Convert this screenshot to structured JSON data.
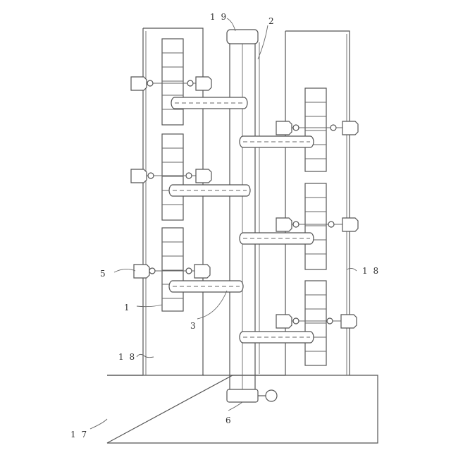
{
  "labels": {
    "base": "1 7",
    "frame_left": "1 8",
    "frame_right": "1 8",
    "top_cap": "1 9",
    "central_shaft": "2",
    "arm": "3",
    "stack_unit": "1",
    "clamp": "5",
    "bottom_drive": "6"
  }
}
